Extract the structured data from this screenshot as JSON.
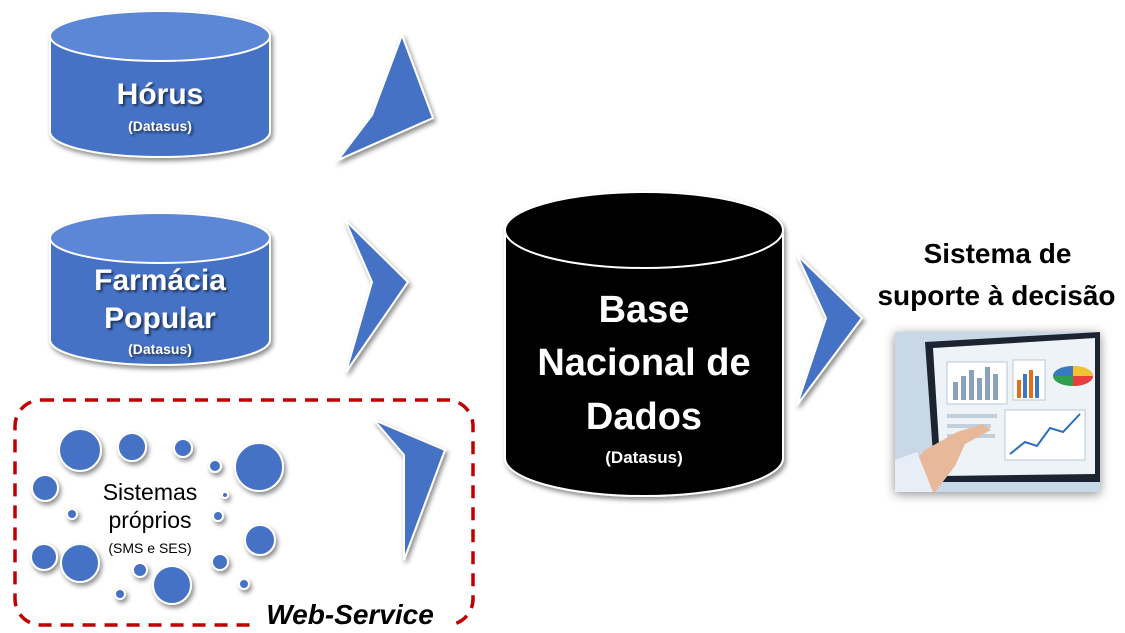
{
  "sources": {
    "horus": {
      "title": "Hórus",
      "sub": "(Datasus)"
    },
    "farmacia": {
      "title_line1": "Farmácia",
      "title_line2": "Popular",
      "sub": "(Datasus)"
    },
    "proprios": {
      "line1": "Sistemas",
      "line2": "próprios",
      "sub": "(SMS e SES)",
      "tag": "Web-Service"
    }
  },
  "central_db": {
    "line1": "Base",
    "line2": "Nacional de",
    "line3": "Dados",
    "sub": "(Datasus)"
  },
  "dss": {
    "line1": "Sistema de",
    "line2": "suporte à decisão",
    "image_icon": "analytics-screen-photo"
  },
  "colors": {
    "source_db": "#4472c4",
    "source_db_top": "#5b86d6",
    "central_db": "#000000",
    "arrow": "#4472c4",
    "dashed_border": "#c00000"
  }
}
